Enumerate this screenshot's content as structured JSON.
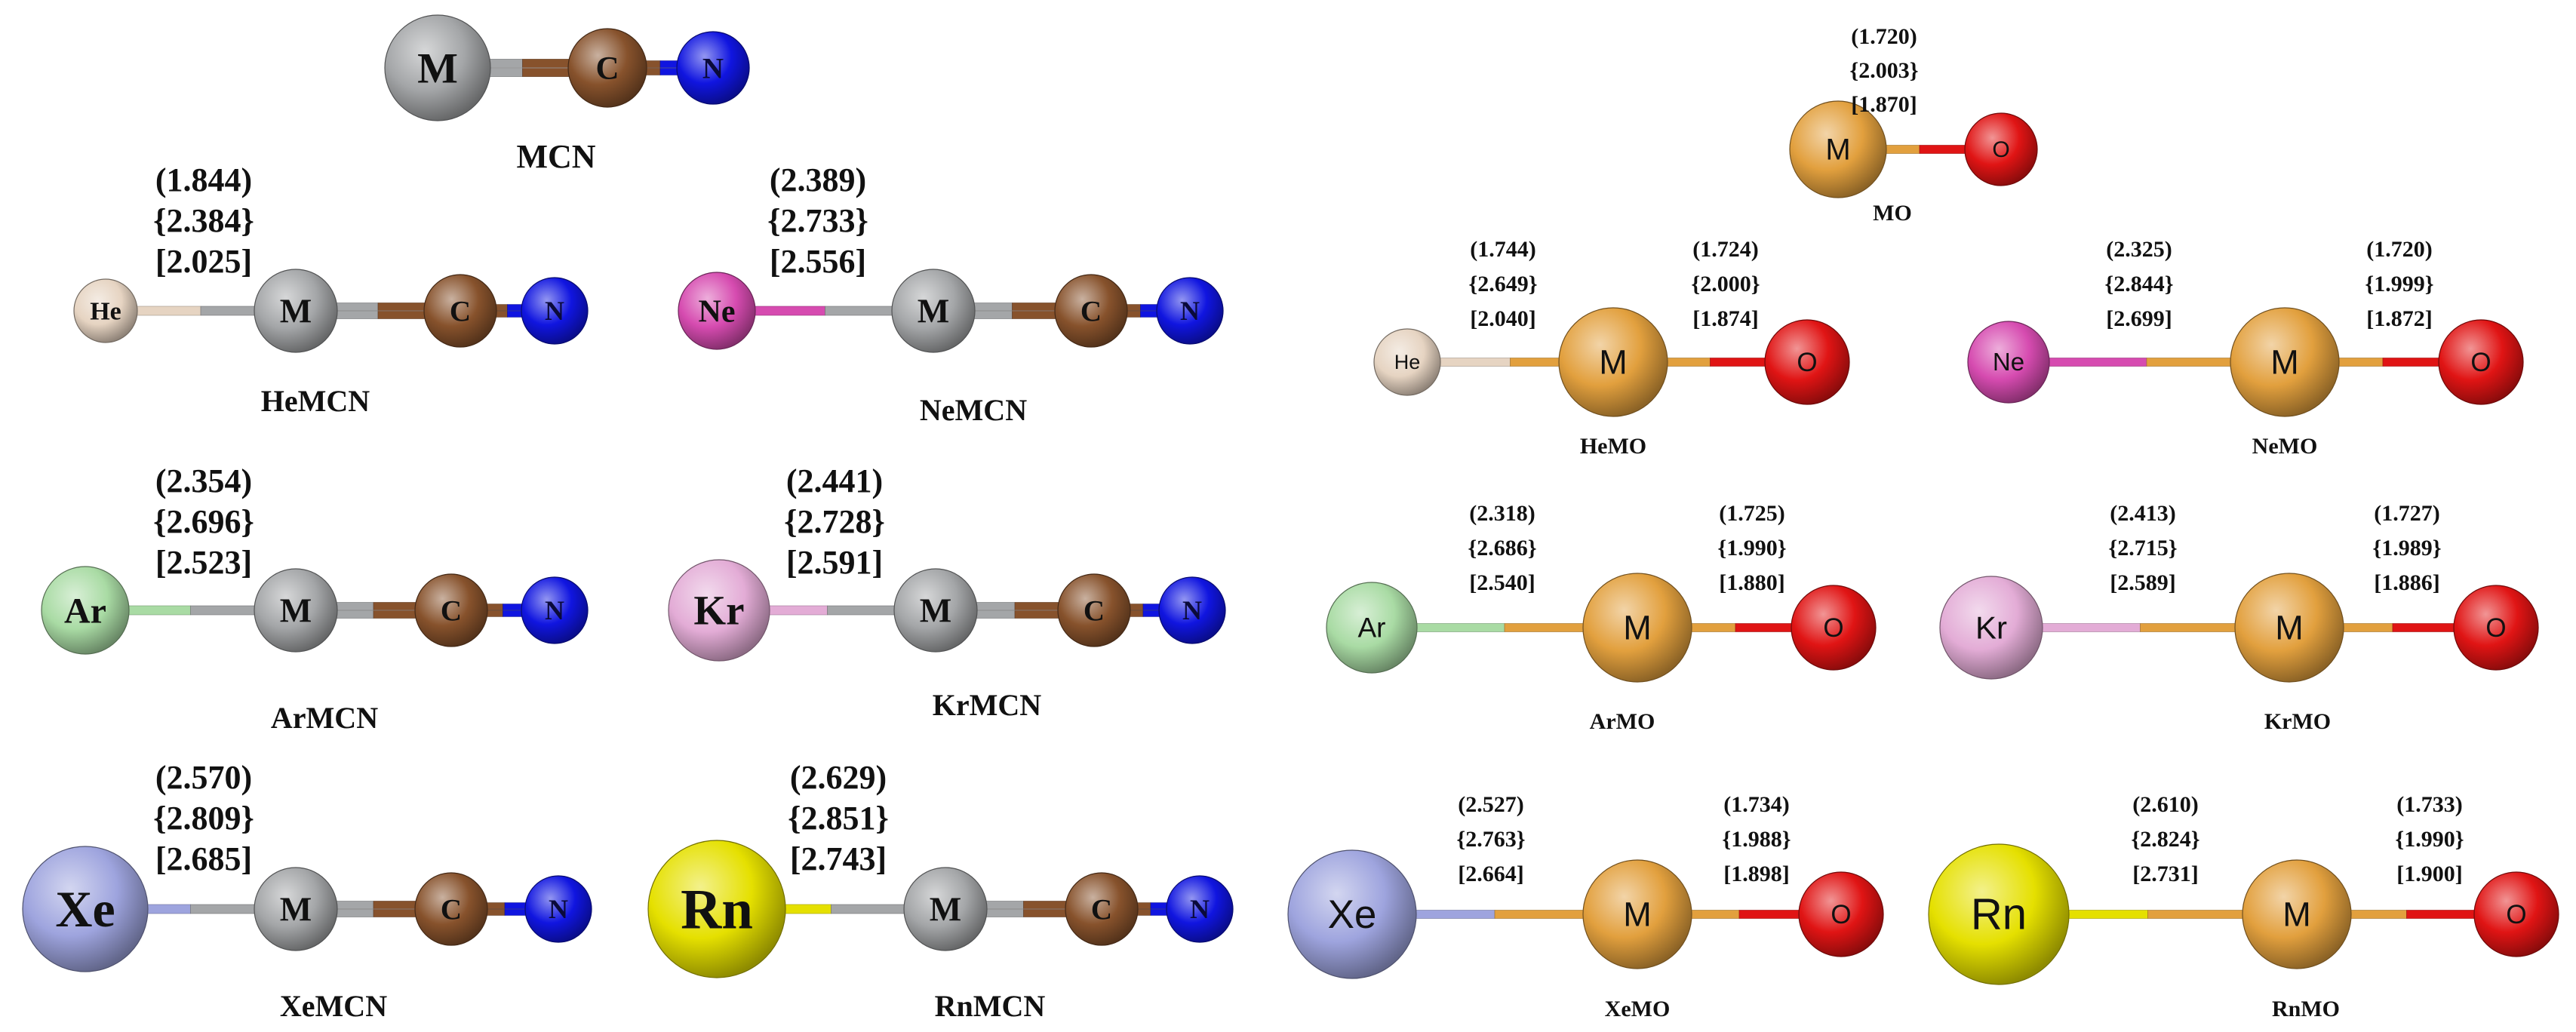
{
  "colors": {
    "He": "#e6d4c2",
    "Ne": "#d64bb0",
    "Ar": "#a9dba4",
    "Kr": "#e3acd6",
    "Xe": "#9ea4de",
    "Rn": "#e5e000",
    "M_cn": "#a4a6a8",
    "M_o": "#e2a03e",
    "C": "#87522c",
    "N": "#1015e0",
    "O": "#e01414",
    "text": "#111111"
  },
  "left_panel": {
    "ref": {
      "formula": "MCN",
      "atoms": [
        "M",
        "C",
        "N"
      ]
    },
    "complexes": [
      {
        "ng": "He",
        "formula": "HeMCN",
        "d1": "(1.844)",
        "d2": "{2.384}",
        "d3": "[2.025]"
      },
      {
        "ng": "Ne",
        "formula": "NeMCN",
        "d1": "(2.389)",
        "d2": "{2.733}",
        "d3": "[2.556]"
      },
      {
        "ng": "Ar",
        "formula": "ArMCN",
        "d1": "(2.354)",
        "d2": "{2.696}",
        "d3": "[2.523]"
      },
      {
        "ng": "Kr",
        "formula": "KrMCN",
        "d1": "(2.441)",
        "d2": "{2.728}",
        "d3": "[2.591]"
      },
      {
        "ng": "Xe",
        "formula": "XeMCN",
        "d1": "(2.570)",
        "d2": "{2.809}",
        "d3": "[2.685]"
      },
      {
        "ng": "Rn",
        "formula": "RnMCN",
        "d1": "(2.629)",
        "d2": "{2.851}",
        "d3": "[2.743]"
      }
    ]
  },
  "right_panel": {
    "ref": {
      "formula": "MO",
      "atoms": [
        "M",
        "O"
      ],
      "d1": "(1.720)",
      "d2": "{2.003}",
      "d3": "[1.870]"
    },
    "complexes": [
      {
        "ng": "He",
        "formula": "HeMO",
        "a1": "(1.744)",
        "a2": "{2.649}",
        "a3": "[2.040]",
        "b1": "(1.724)",
        "b2": "{2.000}",
        "b3": "[1.874]"
      },
      {
        "ng": "Ne",
        "formula": "NeMO",
        "a1": "(2.325)",
        "a2": "{2.844}",
        "a3": "[2.699]",
        "b1": "(1.720)",
        "b2": "{1.999}",
        "b3": "[1.872]"
      },
      {
        "ng": "Ar",
        "formula": "ArMO",
        "a1": "(2.318)",
        "a2": "{2.686}",
        "a3": "[2.540]",
        "b1": "(1.725)",
        "b2": "{1.990}",
        "b3": "[1.880]"
      },
      {
        "ng": "Kr",
        "formula": "KrMO",
        "a1": "(2.413)",
        "a2": "{2.715}",
        "a3": "[2.589]",
        "b1": "(1.727)",
        "b2": "{1.989}",
        "b3": "[1.886]"
      },
      {
        "ng": "Xe",
        "formula": "XeMO",
        "a1": "(2.527)",
        "a2": "{2.763}",
        "a3": "[2.664]",
        "b1": "(1.734)",
        "b2": "{1.988}",
        "b3": "[1.898]"
      },
      {
        "ng": "Rn",
        "formula": "RnMO",
        "a1": "(2.610)",
        "a2": "{2.824}",
        "a3": "[2.731]",
        "b1": "(1.733)",
        "b2": "{1.990}",
        "b3": "[1.900]"
      }
    ]
  }
}
